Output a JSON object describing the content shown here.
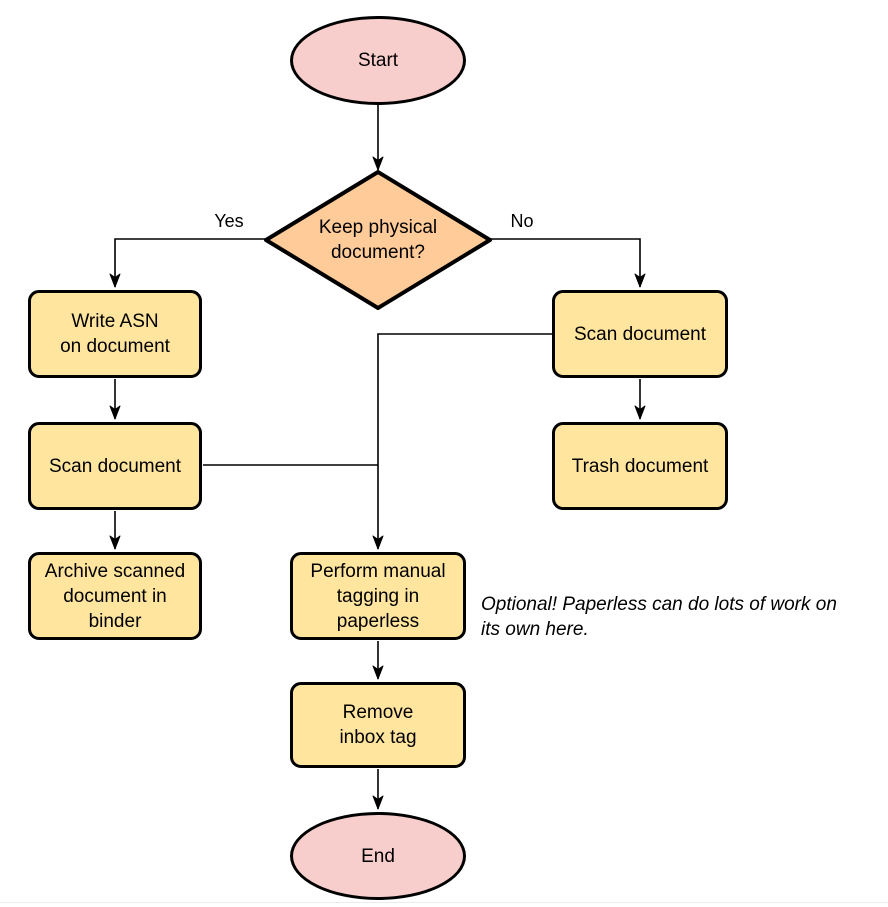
{
  "diagram": {
    "nodes": {
      "start": {
        "label": "Start",
        "type": "terminal"
      },
      "keep_physical": {
        "label": [
          "Keep physical",
          "document?"
        ],
        "type": "decision"
      },
      "write_asn": {
        "label": [
          "Write ASN",
          "on document"
        ],
        "type": "process"
      },
      "scan_document_left": {
        "label": "Scan document",
        "type": "process"
      },
      "archive_binder": {
        "label": [
          "Archive scanned",
          "document in",
          "binder"
        ],
        "type": "process"
      },
      "scan_document_right": {
        "label": "Scan document",
        "type": "process"
      },
      "trash_document": {
        "label": "Trash document",
        "type": "process"
      },
      "manual_tagging": {
        "label": [
          "Perform manual",
          "tagging in",
          "paperless"
        ],
        "type": "process"
      },
      "remove_inbox_tag": {
        "label": [
          "Remove",
          "inbox tag"
        ],
        "type": "process"
      },
      "end": {
        "label": "End",
        "type": "terminal"
      }
    },
    "edge_labels": {
      "yes": "Yes",
      "no": "No"
    },
    "annotation": [
      "Optional! Paperless can do lots of work on",
      "its own here."
    ],
    "colors": {
      "terminal_fill": "#f8cecc",
      "process_fill": "#ffe59e",
      "decision_fill": "#ffcc99",
      "stroke": "#000000",
      "text": "#000000"
    }
  }
}
